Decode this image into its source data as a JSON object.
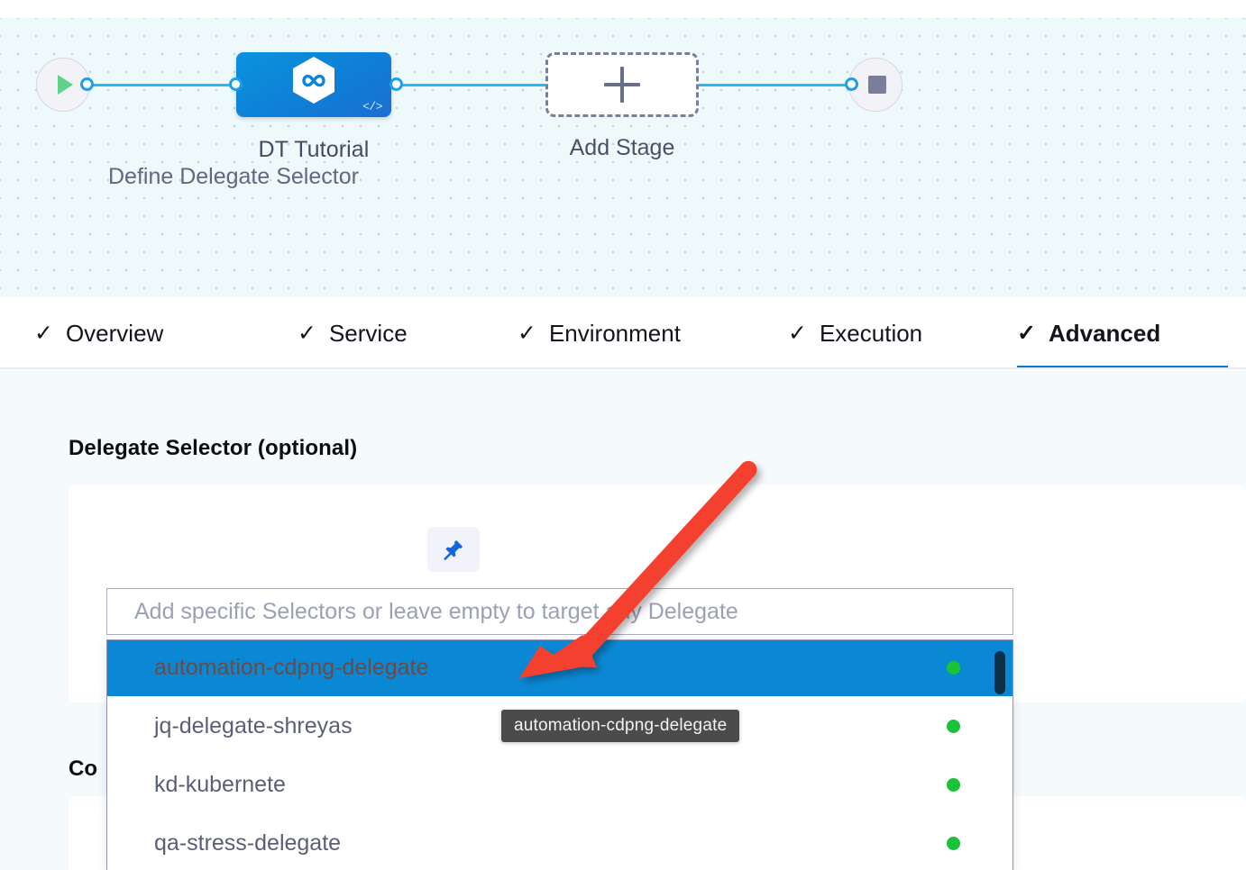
{
  "canvas": {
    "start_node": {
      "icon": "play-icon"
    },
    "end_node": {
      "icon": "stop-icon"
    },
    "stage": {
      "label": "DT Tutorial",
      "icon": "harness-hexagon-infinity-icon",
      "code_badge": "</>"
    },
    "add_stage": {
      "label": "Add Stage",
      "icon": "plus-icon"
    }
  },
  "tabs": [
    {
      "label": "Overview",
      "check": "✓",
      "active": false
    },
    {
      "label": "Service",
      "check": "✓",
      "active": false
    },
    {
      "label": "Environment",
      "check": "✓",
      "active": false
    },
    {
      "label": "Execution",
      "check": "✓",
      "active": false
    },
    {
      "label": "Advanced",
      "check": "✓",
      "active": true
    }
  ],
  "content": {
    "section_title": "Delegate Selector (optional)",
    "section_title_2": "Co",
    "define_label": "Define Delegate Selector",
    "pin_icon": "pushpin-icon",
    "selector_input": {
      "value": "",
      "placeholder": "Add specific Selectors or leave empty to target any Delegate"
    },
    "dropdown": {
      "options": [
        {
          "label": "automation-cdpng-delegate",
          "status": "connected",
          "selected": true
        },
        {
          "label": "jq-delegate-shreyas",
          "status": "connected",
          "selected": false
        },
        {
          "label": "kd-kubernete",
          "status": "connected",
          "selected": false
        },
        {
          "label": "qa-stress-delegate",
          "status": "connected",
          "selected": false
        }
      ]
    },
    "tooltip": "automation-cdpng-delegate"
  },
  "annotation": {
    "type": "red-arrow",
    "color": "#f4402e"
  },
  "colors": {
    "accent_blue": "#0c7ad1",
    "highlight_blue": "#0b88d4",
    "connector_blue": "#27baf5",
    "status_green": "#17c437",
    "canvas_bg": "#eef9fc",
    "content_bg": "#f5fafd"
  }
}
